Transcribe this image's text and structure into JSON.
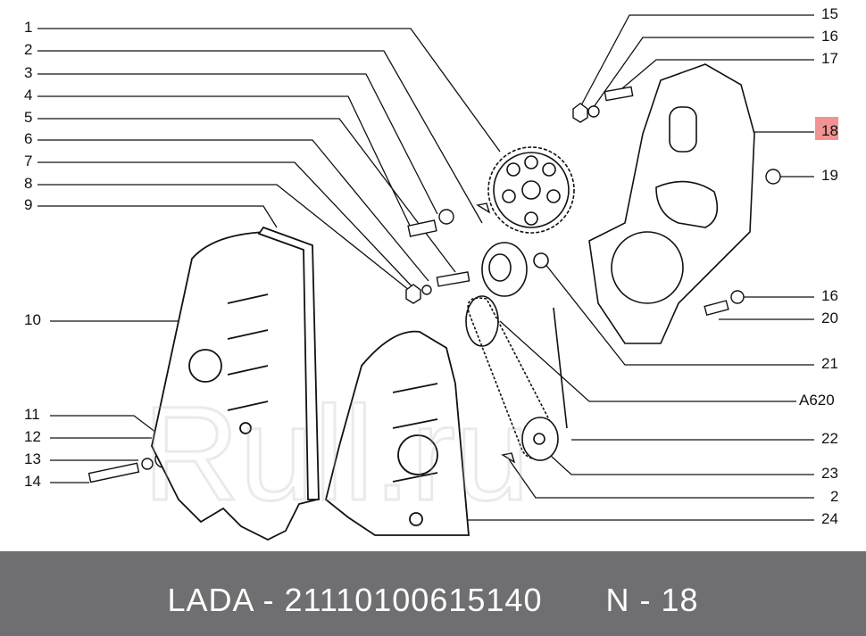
{
  "diagram": {
    "callouts_left": [
      "1",
      "2",
      "3",
      "4",
      "5",
      "6",
      "7",
      "8",
      "9",
      "10",
      "11",
      "12",
      "13",
      "14"
    ],
    "callouts_right": [
      "15",
      "16",
      "17",
      "18",
      "19",
      "16",
      "20",
      "21",
      "A620",
      "22",
      "23",
      "2",
      "24"
    ],
    "highlighted_callout": "18",
    "highlight_color": "#f08080"
  },
  "watermark": {
    "text": "Rull.ru"
  },
  "footer": {
    "title": "LADA - 21110100615140",
    "reference": "N - 18",
    "background_color": "#6f6f72"
  }
}
